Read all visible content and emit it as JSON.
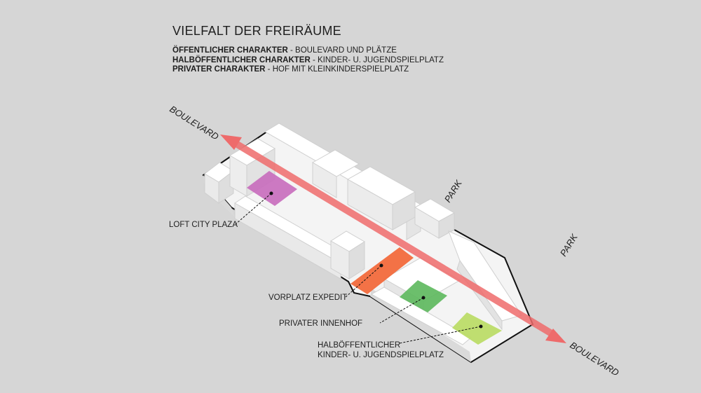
{
  "header": {
    "title": "VIELFALT DER FREIRÄUME",
    "legend": [
      {
        "bold": "ÖFFENTLICHER CHARAKTER",
        "text": " - BOULEVARD UND PLÄTZE"
      },
      {
        "bold": "HALBÖFFENTLICHER CHARAKTER",
        "text": " - KINDER- U. JUGENDSPIELPLATZ"
      },
      {
        "bold": "PRIVATER CHARAKTER",
        "text": " - HOF MIT KLEINKINDERSPIELPLATZ"
      }
    ]
  },
  "labels": {
    "boulevard_top": "BOULEVARD",
    "boulevard_bottom": "BOULEVARD",
    "park_1": "PARK",
    "park_2": "PARK",
    "loft": "LOFT CITY PLAZA",
    "vorplatz": "VORPLATZ EXPEDIT",
    "innenhof": "PRIVATER INNENHOF",
    "spiel_line1": "HALBÖFFENTLICHER",
    "spiel_line2": "KINDER- U. JUGENDSPIELPLATZ"
  },
  "colors": {
    "background": "#d6d6d6",
    "boulevard_arrow": "#ee6b6b",
    "loft_plaza": "#c86bbd",
    "vorplatz": "#f26a3c",
    "innenhof": "#5cb85c",
    "spielplatz": "#b9dc62"
  }
}
